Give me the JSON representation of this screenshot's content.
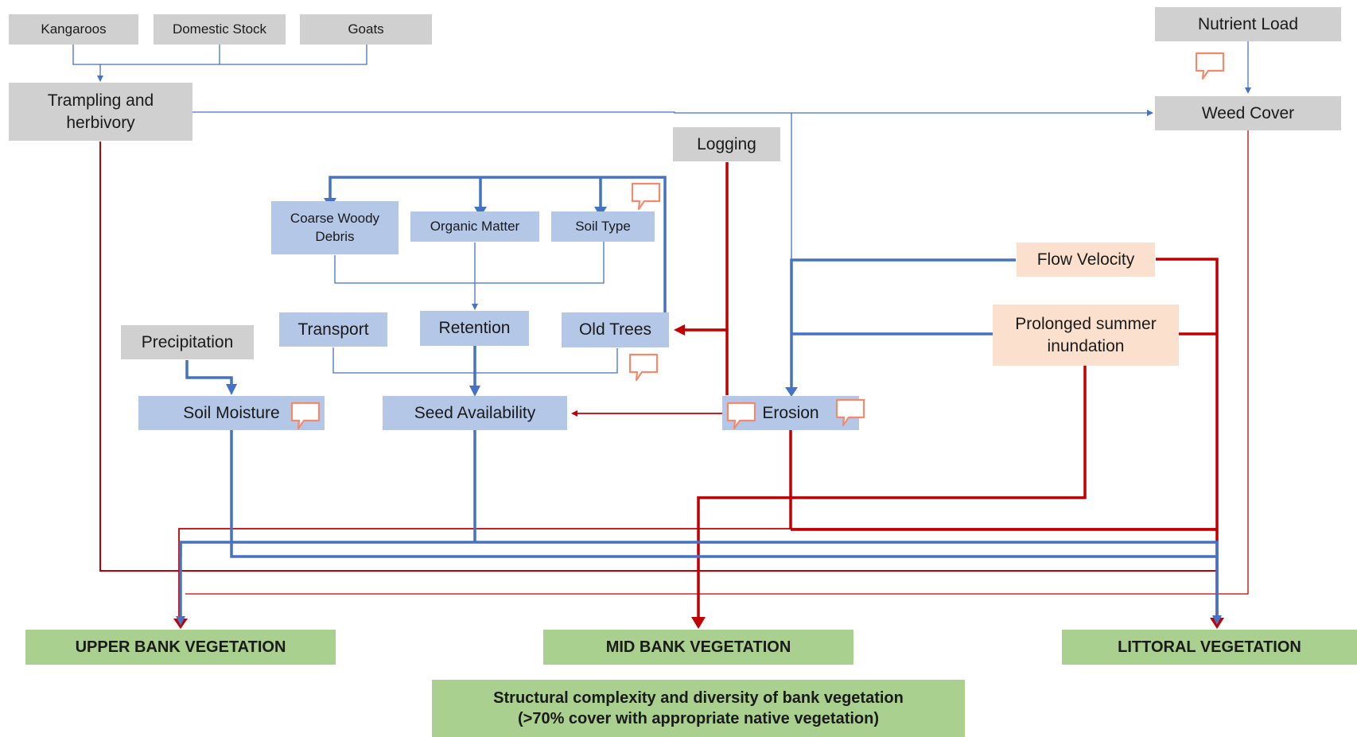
{
  "nodes": {
    "kangaroos": "Kangaroos",
    "domestic_stock": "Domestic Stock",
    "goats": "Goats",
    "trampling": "Trampling and\nherbivory",
    "nutrient_load": "Nutrient Load",
    "weed_cover": "Weed Cover",
    "logging": "Logging",
    "coarse_woody_debris": "Coarse Woody\nDebris",
    "organic_matter": "Organic Matter",
    "soil_type": "Soil Type",
    "transport": "Transport",
    "retention": "Retention",
    "old_trees": "Old Trees",
    "precipitation": "Precipitation",
    "soil_moisture": "Soil Moisture",
    "seed_availability": "Seed Availability",
    "erosion": "Erosion",
    "flow_velocity": "Flow Velocity",
    "prolonged_inundation": "Prolonged summer\ninundation",
    "upper_bank": "UPPER BANK VEGETATION",
    "mid_bank": "MID BANK VEGETATION",
    "littoral": "LITTORAL VEGETATION",
    "structural_complexity": "Structural complexity and diversity of bank vegetation\n(>70% cover with appropriate native vegetation)"
  },
  "colors": {
    "positive_link": "#4472c4",
    "negative_link": "#c00000",
    "comment_icon": "#f4896b"
  },
  "icons": [
    "speech-bubble-icon"
  ]
}
